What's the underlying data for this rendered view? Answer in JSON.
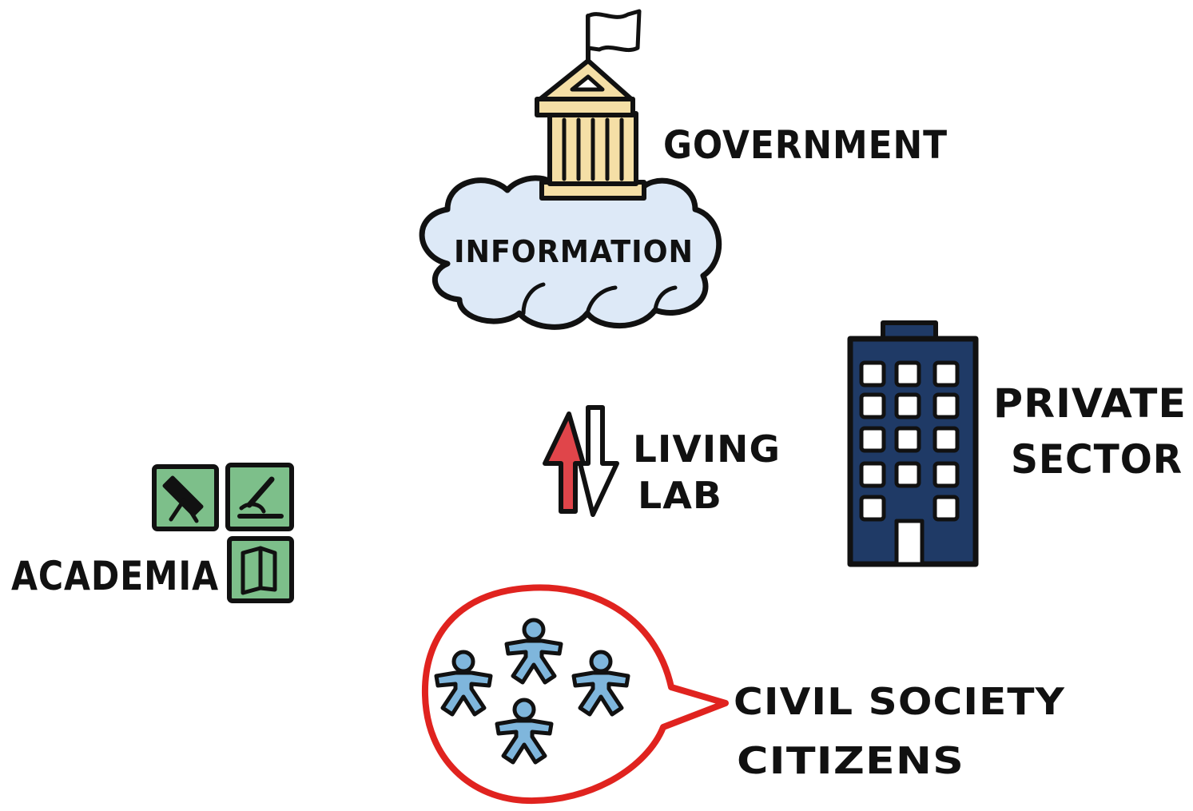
{
  "labels": {
    "government": "GOVERNMENT",
    "information": "INFORMATION",
    "private_sector_line1": "PRIVATE",
    "private_sector_line2": "SECTOR",
    "living_lab_line1": "LIVING",
    "living_lab_line2": "LAB",
    "academia": "ACADEMIA",
    "civil_society_line1": "CIVIL SOCIETY",
    "civil_society_line2": "CITIZENS"
  },
  "icons": {
    "government": "government-building-icon",
    "cloud": "cloud-icon",
    "flag": "flag-icon",
    "private_sector": "office-tower-icon",
    "living_lab": "exchange-arrows-icon",
    "academia": "academia-tiles-icon",
    "citizens": "people-group-icon"
  },
  "colors": {
    "ink": "#111111",
    "building_fill": "#f5dfa6",
    "cloud_fill": "#dde9f7",
    "tower_fill": "#1f3a66",
    "arrow_red": "#e0454a",
    "academia_green": "#7dbf8a",
    "citizen_blue": "#7fb6dc",
    "bubble_red": "#e0231f"
  }
}
